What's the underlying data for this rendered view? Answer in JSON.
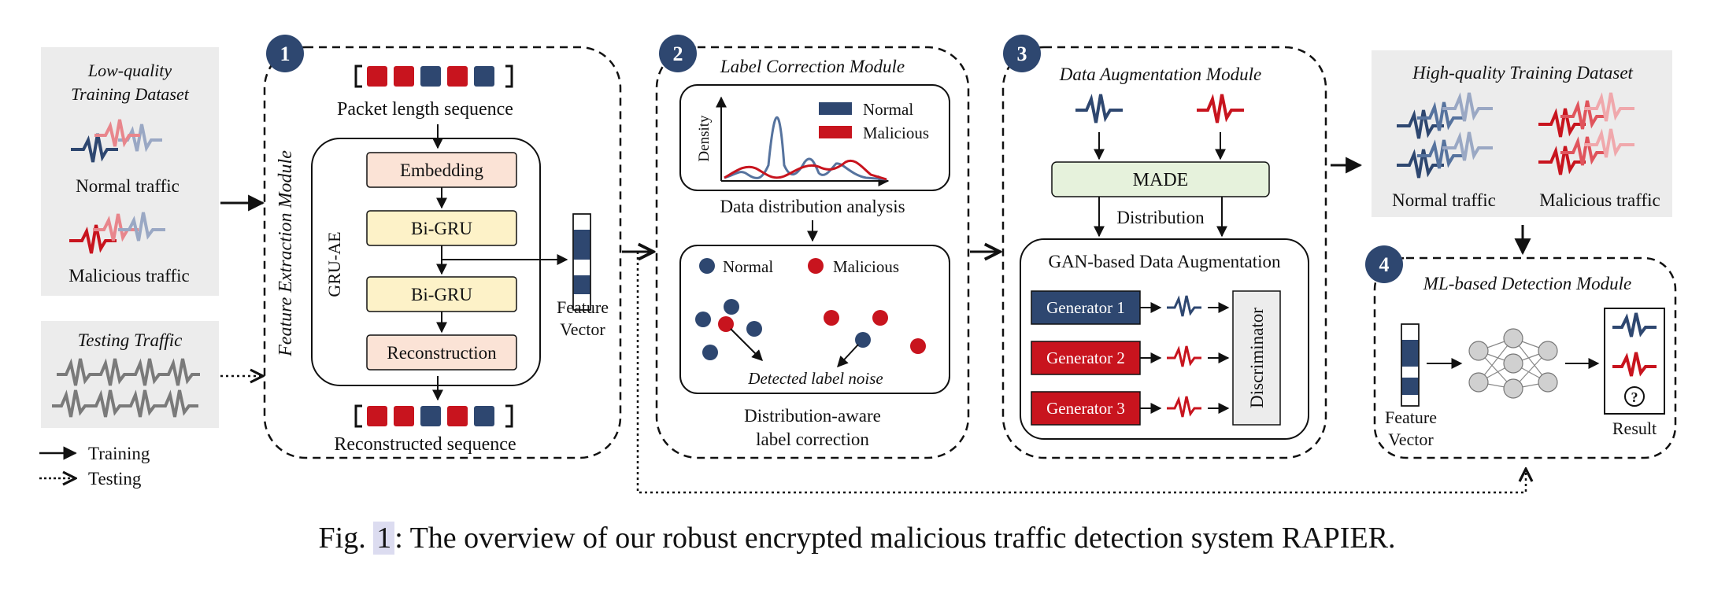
{
  "colors": {
    "normal": "#2e4770",
    "malicious": "#c8141e",
    "normal_light": "#9aa8c4",
    "malicious_light": "#e8868c",
    "gray_box": "#ececec",
    "embedding": "#fbe3d6",
    "bigru": "#fdf2c8",
    "made": "#e6f2dc"
  },
  "input": {
    "low_quality_title": "Low-quality\nTraining Dataset",
    "normal_label": "Normal traffic",
    "malicious_label": "Malicious traffic",
    "testing_title": "Testing Traffic"
  },
  "legend": {
    "training": "Training",
    "testing": "Testing"
  },
  "module1": {
    "number": "1",
    "title": "Feature Extraction Module",
    "sequence_label": "Packet length sequence",
    "sequence_colors": [
      "malicious",
      "malicious",
      "normal",
      "malicious",
      "normal"
    ],
    "gru_ae_label": "GRU-AE",
    "embedding": "Embedding",
    "bigru_1": "Bi-GRU",
    "bigru_2": "Bi-GRU",
    "reconstruction": "Reconstruction",
    "reconstructed_label": "Reconstructed sequence",
    "feature_vector_label": "Feature\nVector"
  },
  "module2": {
    "number": "2",
    "title": "Label Correction Module",
    "density_axis": "Density",
    "legend_normal": "Normal",
    "legend_malicious": "Malicious",
    "analysis_label": "Data distribution analysis",
    "scatter_normal": "Normal",
    "scatter_malicious": "Malicious",
    "noise_label": "Detected label noise",
    "correction_label": "Distribution-aware\nlabel correction"
  },
  "module3": {
    "number": "3",
    "title": "Data Augmentation Module",
    "made": "MADE",
    "distribution": "Distribution",
    "gan_title": "GAN-based Data Augmentation",
    "generator_1": "Generator 1",
    "generator_2": "Generator 2",
    "generator_3": "Generator 3",
    "discriminator": "Discriminator"
  },
  "output": {
    "high_quality_title": "High-quality Training Dataset",
    "normal_label": "Normal traffic",
    "malicious_label": "Malicious traffic"
  },
  "module4": {
    "number": "4",
    "title": "ML-based Detection Module",
    "feature_vector_label": "Feature\nVector",
    "result_label": "Result",
    "unknown_symbol": "?"
  },
  "caption": {
    "prefix": "Fig.",
    "number": "1",
    "text": ": The overview of our robust encrypted malicious traffic detection system RAPIER."
  }
}
